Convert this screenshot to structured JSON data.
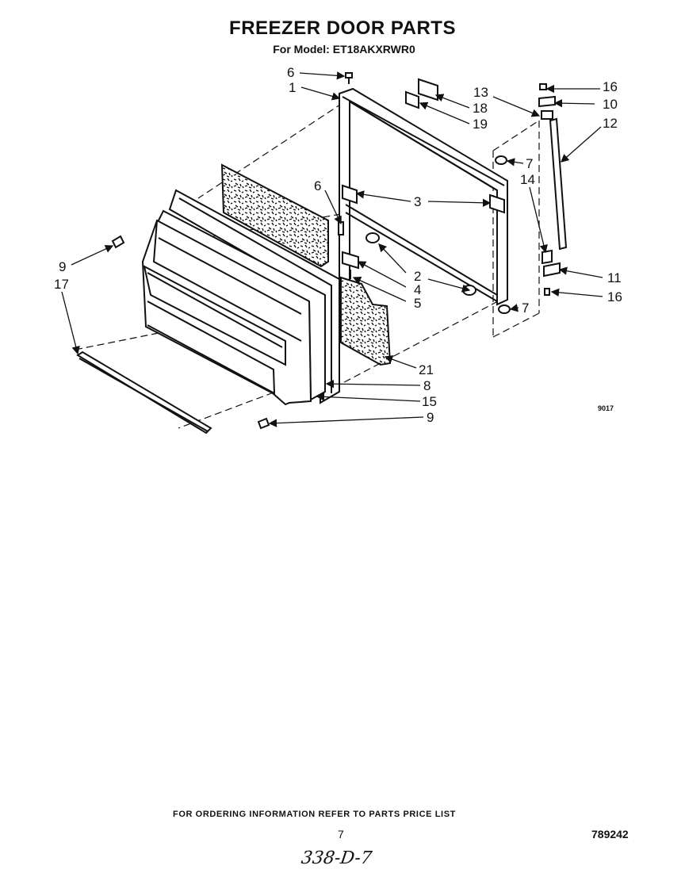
{
  "header": {
    "title": "FREEZER DOOR PARTS",
    "model_prefix": "For Model:",
    "model": "ET18AKXRWR0"
  },
  "diagram": {
    "code": "9017",
    "callouts": [
      {
        "id": "6a",
        "label": "6"
      },
      {
        "id": "1",
        "label": "1"
      },
      {
        "id": "13",
        "label": "13"
      },
      {
        "id": "16a",
        "label": "16"
      },
      {
        "id": "18",
        "label": "18"
      },
      {
        "id": "10",
        "label": "10"
      },
      {
        "id": "19",
        "label": "19"
      },
      {
        "id": "12",
        "label": "12"
      },
      {
        "id": "7a",
        "label": "7"
      },
      {
        "id": "14",
        "label": "14"
      },
      {
        "id": "6b",
        "label": "6"
      },
      {
        "id": "3",
        "label": "3"
      },
      {
        "id": "9a",
        "label": "9"
      },
      {
        "id": "2",
        "label": "2"
      },
      {
        "id": "17",
        "label": "17"
      },
      {
        "id": "4",
        "label": "4"
      },
      {
        "id": "11",
        "label": "11"
      },
      {
        "id": "5",
        "label": "5"
      },
      {
        "id": "16b",
        "label": "16"
      },
      {
        "id": "7b",
        "label": "7"
      },
      {
        "id": "21",
        "label": "21"
      },
      {
        "id": "8",
        "label": "8"
      },
      {
        "id": "15",
        "label": "15"
      },
      {
        "id": "9b",
        "label": "9"
      }
    ]
  },
  "footer": {
    "ordering_info": "FOR ORDERING INFORMATION REFER TO PARTS PRICE LIST",
    "page_number": "7",
    "document_number": "789242",
    "handwritten_note": "338-D-7"
  }
}
